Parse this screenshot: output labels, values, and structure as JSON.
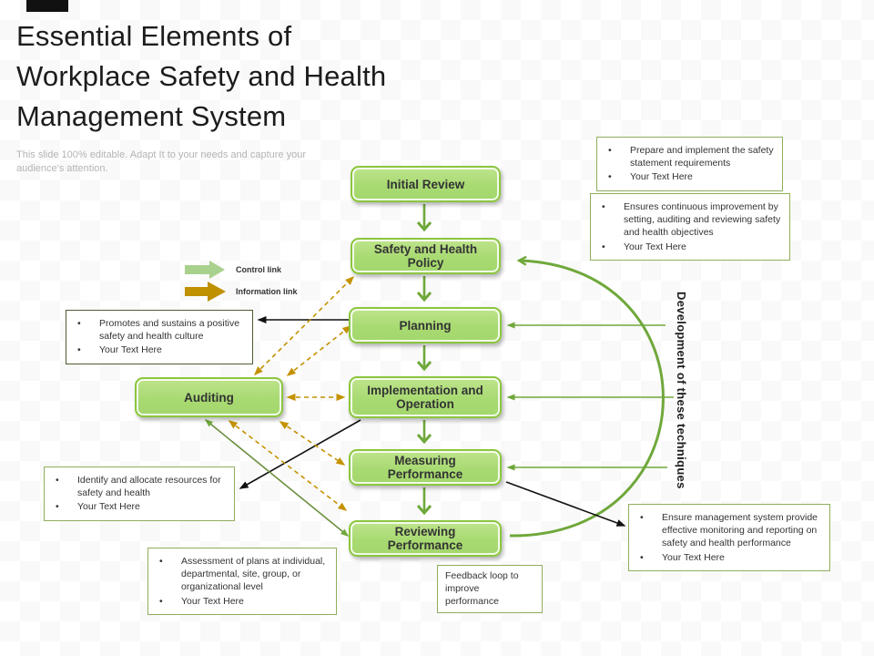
{
  "slide": {
    "title": "Essential Elements of Workplace Safety and Health Management System",
    "subtitle": "This slide 100% editable. Adapt It to your needs and capture your audience's attention."
  },
  "legend": {
    "control_label": "Control link",
    "information_label": "Information link",
    "control_color": "#A9D18E",
    "information_color": "#BF9000"
  },
  "flow": {
    "nodes": [
      {
        "label": "Initial Review"
      },
      {
        "label": "Safety and Health Policy"
      },
      {
        "label": "Planning"
      },
      {
        "label": "Implementation and Operation"
      },
      {
        "label": "Measuring Performance"
      },
      {
        "label": "Reviewing Performance"
      },
      {
        "label": "Auditing"
      }
    ]
  },
  "annotations": [
    {
      "bullets": [
        "Prepare and implement the safety statement requirements",
        "Your Text Here"
      ]
    },
    {
      "bullets": [
        "Ensures continuous improvement by setting, auditing and reviewing safety and health objectives",
        "Your Text Here"
      ]
    },
    {
      "bullets": [
        "Promotes and sustains a positive safety and health culture",
        "Your Text Here"
      ]
    },
    {
      "bullets": [
        "Identify and allocate resources for safety and health",
        "Your Text Here"
      ]
    },
    {
      "bullets": [
        "Assessment of plans at individual, departmental, site, group, or organizational level",
        "Your Text Here"
      ]
    },
    {
      "bullets": [
        "Ensure management system provide effective monitoring and reporting on safety and health performance",
        "Your Text Here"
      ]
    }
  ],
  "feedback_note": "Feedback loop to improve performance",
  "curve_label": "Development of these techniques",
  "colors": {
    "node_fill": "#A8DA72",
    "node_border": "#8CC63F",
    "control_arrow": "#6FA83B",
    "information_arrow": "#C49200",
    "black_arrow": "#111111"
  }
}
